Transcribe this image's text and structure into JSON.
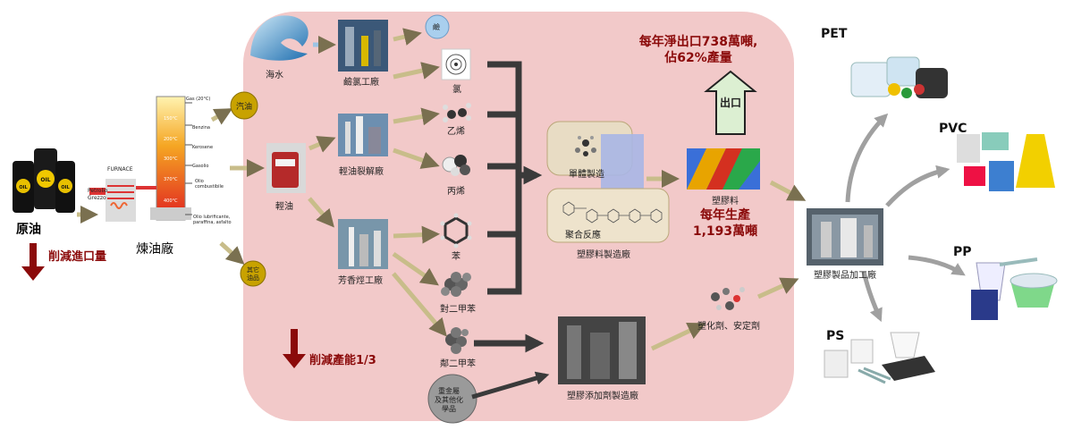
{
  "crude": {
    "label": "原油",
    "note": "削減進口量"
  },
  "refinery": {
    "label": "煉油廠",
    "furnace": "FURNACE",
    "petrolio": "Petrolio",
    "grezzo": "Grezzo",
    "fractions": [
      "Gas (20°C)",
      "Benzina",
      "Kerosene",
      "Gasolio",
      "Olio",
      "combustibile",
      "Olio lubrificante,",
      "paraffina, asfalto"
    ],
    "temps": [
      "150°C",
      "200°C",
      "300°C",
      "370°C",
      "400°C"
    ]
  },
  "gasoline": "汽油",
  "other": [
    "其它",
    "油品"
  ],
  "naphtha": "輕油",
  "seawater": "海水",
  "chloralkali": "鹼氯工廠",
  "sodium": "鹼",
  "chlorine": "氯",
  "cracker": "輕油裂解廠",
  "ethylene": "乙烯",
  "propylene": "丙烯",
  "aromatics_plant": "芳香烴工廠",
  "benzene": "苯",
  "pxylene": "對二甲苯",
  "oxylene": "鄰二甲苯",
  "monomer": "單體製造",
  "polymer": "聚合反應",
  "plastic_factory": "塑膠料製造廠",
  "resin": "塑膠料",
  "export_box": "出口",
  "export_text": [
    "每年淨出口738萬噸,",
    "佔62%產量"
  ],
  "production_text": [
    "每年生產",
    "1,193萬噸"
  ],
  "capacity_note": "削減產能1/3",
  "additive_factory": "塑膠添加劑製造廠",
  "heavy_metals": [
    "重金屬",
    "及其他化",
    "學品"
  ],
  "plasticizer": "塑化劑、安定劑",
  "processing": "塑膠製品加工廠",
  "products": [
    "PET",
    "PVC",
    "PP",
    "PS"
  ],
  "colors": {
    "zone": "#f2c9c9",
    "darkred": "#8b0a0a",
    "arrow": "#c8bd8a",
    "dark": "#3a3a3a",
    "grey": "#9a9a9a",
    "export": "#dcefd2"
  }
}
